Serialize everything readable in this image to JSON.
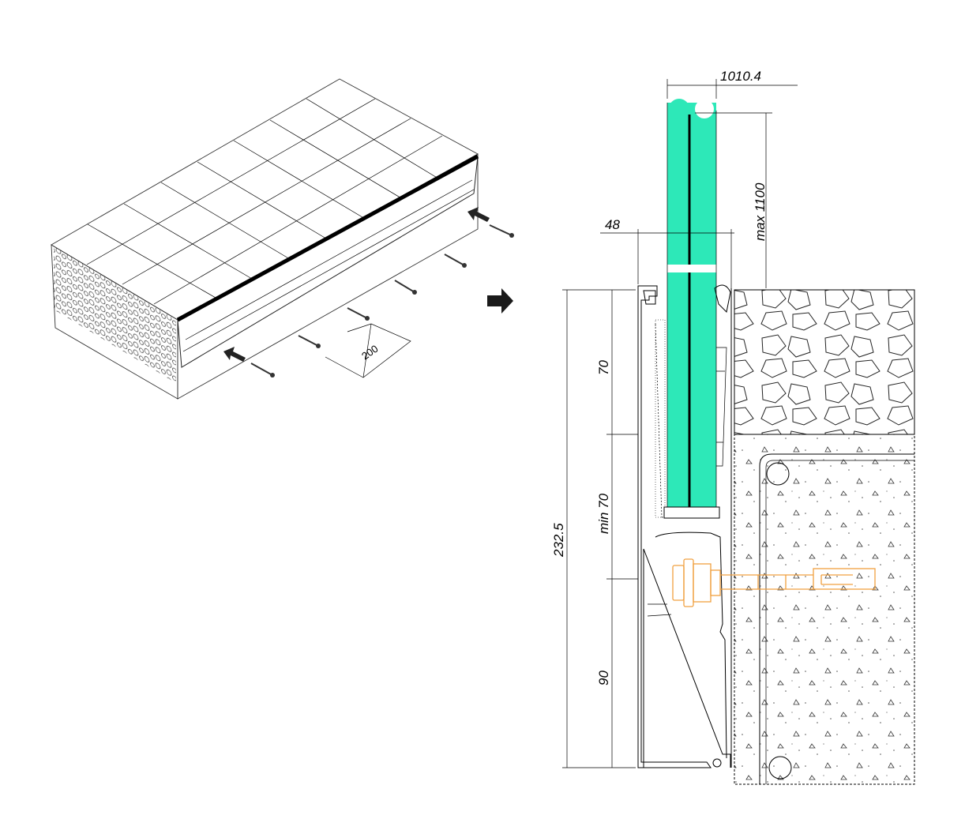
{
  "labels": {
    "spacing": "200",
    "glass_thickness": "1010.4",
    "max_height": "max 1100",
    "profile_width": "48",
    "total_height": "232.5",
    "upper_section": "70",
    "min_section": "min 70",
    "lower_section": "90"
  },
  "colors": {
    "glass": "#2de8b8",
    "anchor": "#f0a040",
    "line": "#000000"
  },
  "icons": {
    "direction_arrow": "right-arrow-icon",
    "screw_arrow": "left-arrow-icon"
  }
}
